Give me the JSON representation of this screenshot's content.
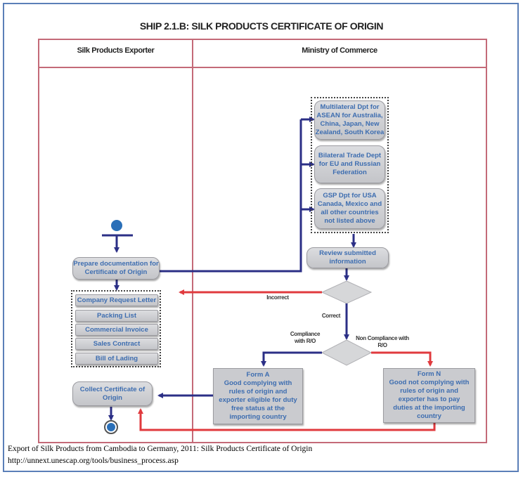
{
  "title": "SHIP 2.1.B: SILK PRODUCTS CERTIFICATE OF ORIGIN",
  "lanes": [
    {
      "name": "Silk Products Exporter"
    },
    {
      "name": "Ministry of Commerce"
    }
  ],
  "nodes": {
    "prepare": "Prepare documentation for Certificate of Origin",
    "documents": [
      "Company Request Letter",
      "Packing List",
      "Commercial Invoice",
      "Sales Contract",
      "Bill of Lading"
    ],
    "departments": [
      "Multilateral Dpt for ASEAN for Australia, China, Japan, New Zealand, South Korea",
      "Bilateral Trade Dept for EU and Russian Federation",
      "GSP Dpt for USA Canada, Mexico and all other countries not listed above"
    ],
    "review": "Review submitted information",
    "form_a": {
      "title": "Form A",
      "text": "Good complying with rules of origin and exporter eligible for duty free status at the importing country"
    },
    "form_n": {
      "title": "Form N",
      "text": "Good not complying with rules of origin and exporter has to pay duties at the importing country"
    },
    "collect": "Collect Certificate of Origin"
  },
  "edge_labels": {
    "incorrect": "Incorrect",
    "correct": "Correct",
    "compliance": "Compliance with R/O",
    "non_compliance": "Non Compliance with R/O"
  },
  "colors": {
    "flow": "#2b2f86",
    "reject": "#e03a3e",
    "lane_border": "#c46a78",
    "frame": "#5b7fb8",
    "node_text": "#3d6db0"
  },
  "caption": {
    "line1": "Export of Silk Products from Cambodia to Germany, 2011: Silk Products Certificate of Origin",
    "line2": "http://unnext.unescap.org/tools/business_process.asp"
  }
}
